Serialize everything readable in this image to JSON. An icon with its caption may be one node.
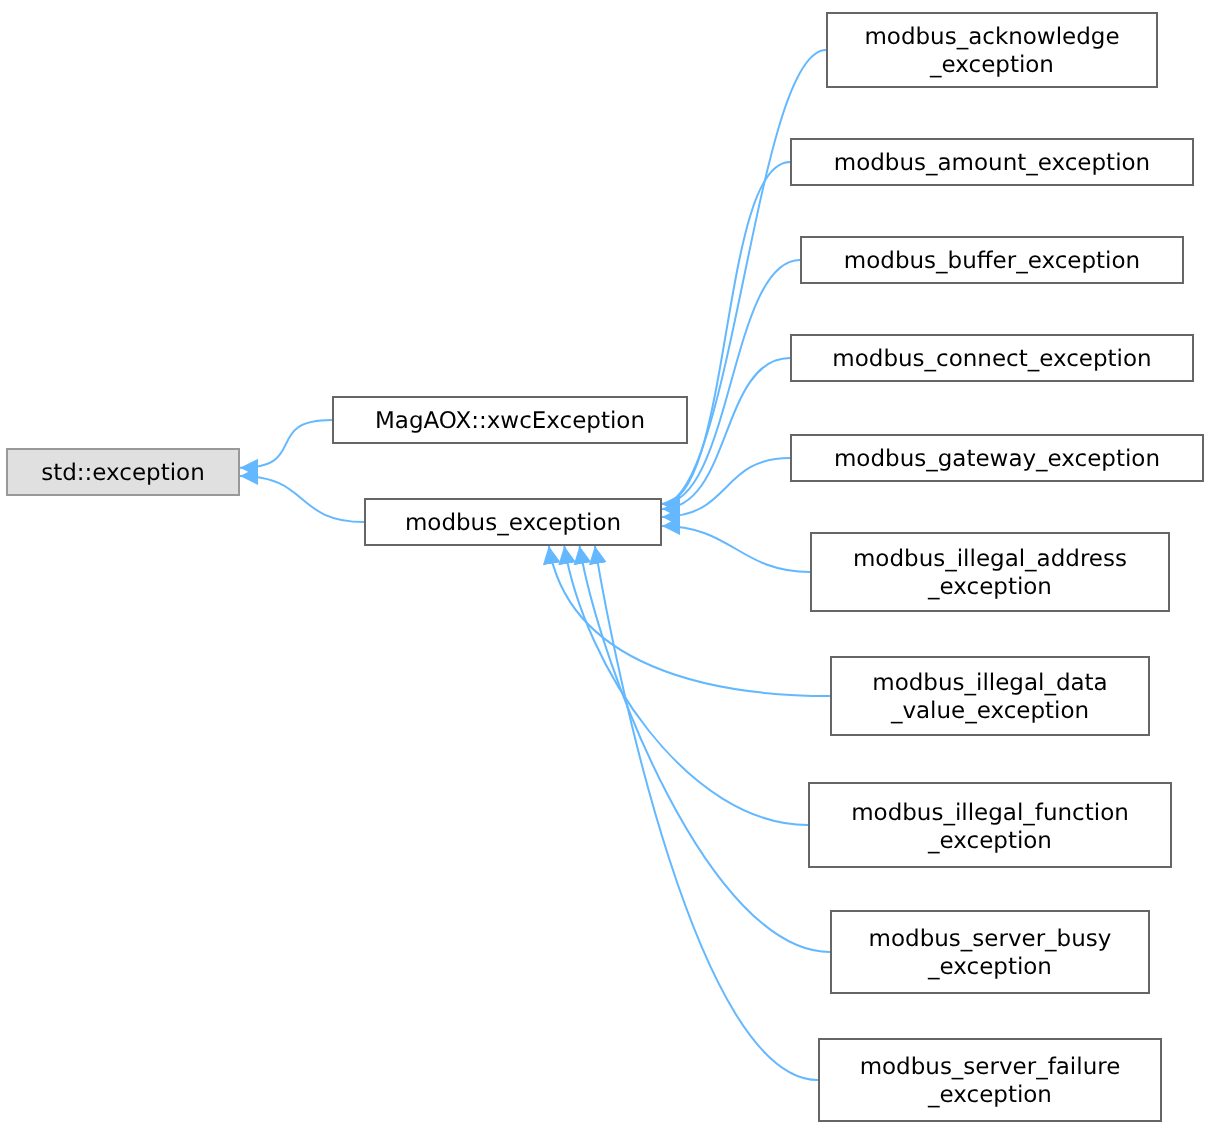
{
  "diagram": {
    "nodes": [
      {
        "text": [
          "std::exception"
        ]
      },
      {
        "text": [
          "MagAOX::xwcException"
        ]
      },
      {
        "text": [
          "modbus_exception"
        ]
      },
      {
        "text": [
          "modbus_acknowledge _exception"
        ]
      },
      {
        "text": [
          "modbus_amount_exception"
        ]
      },
      {
        "text": [
          "modbus_buffer_exception"
        ]
      },
      {
        "text": [
          "modbus_connect_exception"
        ]
      },
      {
        "text": [
          "modbus_gateway_exception"
        ]
      },
      {
        "text": [
          "modbus_illegal_address _exception"
        ]
      },
      {
        "text": [
          "modbus_illegal_data _value_exception"
        ]
      },
      {
        "text": [
          "modbus_illegal_function _exception"
        ]
      },
      {
        "text": [
          "modbus_server_busy _exception"
        ]
      },
      {
        "text": [
          "modbus_server_failure _exception"
        ]
      }
    ],
    "edges": [
      {
        "from": 1,
        "to": 0,
        "arrow": "to"
      },
      {
        "from": 2,
        "to": 0,
        "arrow": "to"
      },
      {
        "from": 3,
        "to": 2,
        "arrow": "to"
      },
      {
        "from": 4,
        "to": 2,
        "arrow": "to"
      },
      {
        "from": 5,
        "to": 2,
        "arrow": "to"
      },
      {
        "from": 6,
        "to": 2,
        "arrow": "to"
      },
      {
        "from": 7,
        "to": 2,
        "arrow": "to"
      },
      {
        "from": 8,
        "to": 2,
        "arrow": "to"
      },
      {
        "from": 9,
        "to": 2,
        "arrow": "to"
      },
      {
        "from": 10,
        "to": 2,
        "arrow": "to"
      },
      {
        "from": 11,
        "to": 2,
        "arrow": "to"
      },
      {
        "from": 12,
        "to": 2,
        "arrow": "to"
      }
    ]
  }
}
